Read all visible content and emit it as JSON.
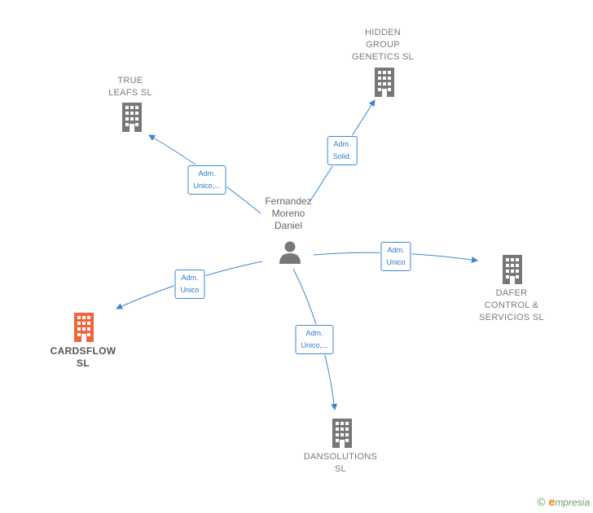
{
  "center": {
    "name_lines": [
      "Fernandez",
      "Moreno",
      "Daniel"
    ]
  },
  "companies": [
    {
      "id": "true-leafs",
      "lines": [
        "TRUE",
        "LEAFS  SL"
      ],
      "highlight": false
    },
    {
      "id": "hidden-group",
      "lines": [
        "HIDDEN",
        "GROUP",
        "GENETICS  SL"
      ],
      "highlight": false
    },
    {
      "id": "dafer",
      "lines": [
        "DAFER",
        "CONTROL &",
        "SERVICIOS  SL"
      ],
      "highlight": false
    },
    {
      "id": "dansolutions",
      "lines": [
        "DANSOLUTIONS",
        "SL"
      ],
      "highlight": false
    },
    {
      "id": "cardsflow",
      "lines": [
        "CARDSFLOW",
        "SL"
      ],
      "highlight": true
    }
  ],
  "relations": [
    {
      "to": "true-leafs",
      "lines": [
        "Adm.",
        "Unico,..."
      ]
    },
    {
      "to": "hidden-group",
      "lines": [
        "Adm.",
        "Solid."
      ]
    },
    {
      "to": "dafer",
      "lines": [
        "Adm.",
        "Unico"
      ]
    },
    {
      "to": "dansolutions",
      "lines": [
        "Adm.",
        "Unico,..."
      ]
    },
    {
      "to": "cardsflow",
      "lines": [
        "Adm.",
        "Unico"
      ]
    }
  ],
  "colors": {
    "edge": "#3b86d4",
    "building": "#777777",
    "highlight_building": "#f0643c"
  },
  "footer": {
    "copyright_symbol": "©",
    "brand_initial": "e",
    "brand_rest": "mpresia"
  }
}
